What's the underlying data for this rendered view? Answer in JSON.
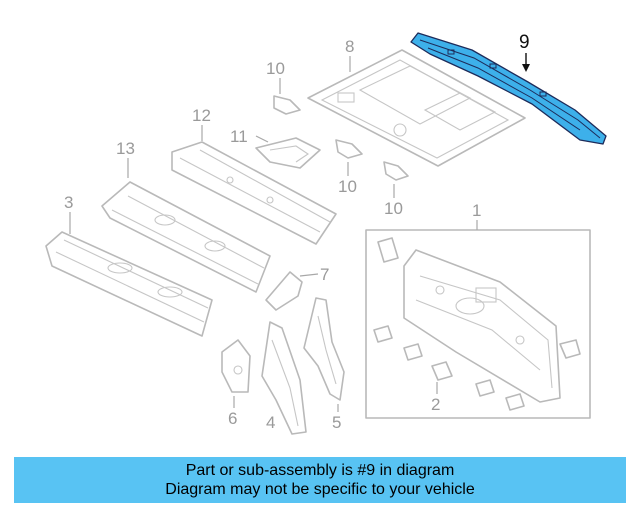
{
  "diagram": {
    "callouts": {
      "c1": "1",
      "c2": "2",
      "c3": "3",
      "c4": "4",
      "c5": "5",
      "c6": "6",
      "c7": "7",
      "c8": "8",
      "c9": "9",
      "c10a": "10",
      "c10b": "10",
      "c10c": "10",
      "c11": "11",
      "c12": "12",
      "c13": "13"
    },
    "highlight_color": "#3db0ea",
    "highlighted_part": "9"
  },
  "banner": {
    "line1": "Part or sub-assembly is #9 in diagram",
    "line2": "Diagram may not be specific to your vehicle",
    "color": "#58c3f3"
  }
}
